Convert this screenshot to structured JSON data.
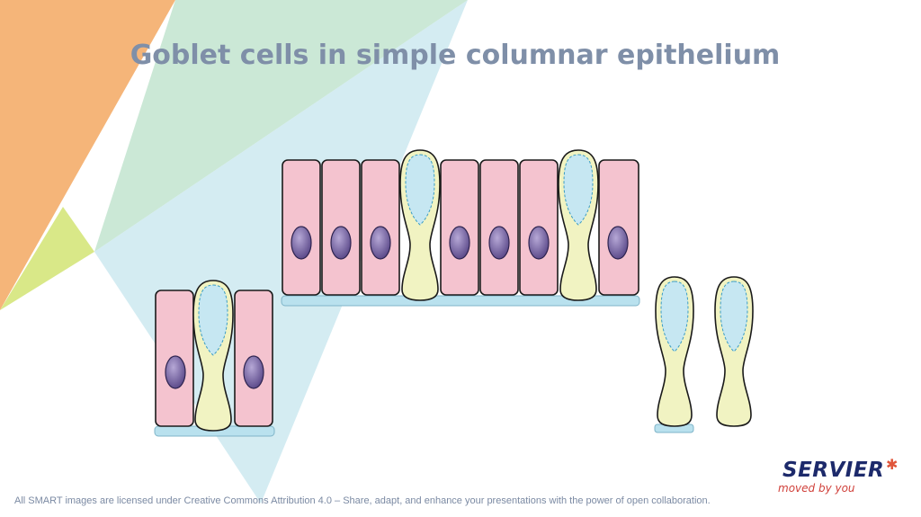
{
  "title": "Goblet cells in simple columnar epithelium",
  "footer": "All SMART images are licensed under Creative Commons Attribution 4.0 – Share, adapt, and enhance your presentations with the power of open collaboration.",
  "logo": {
    "word": "SERVIER",
    "star": "✱",
    "tagline": "moved by you"
  },
  "colors": {
    "columnar_cell": "#f4c3cf",
    "goblet_cell": "#f1f3c2",
    "nucleus": "#7d6aa6",
    "mucin": "#7fc6e0",
    "basement_membrane": "#b9e1ee",
    "outline": "#1a1a1a",
    "title": "#7f8fa8"
  }
}
